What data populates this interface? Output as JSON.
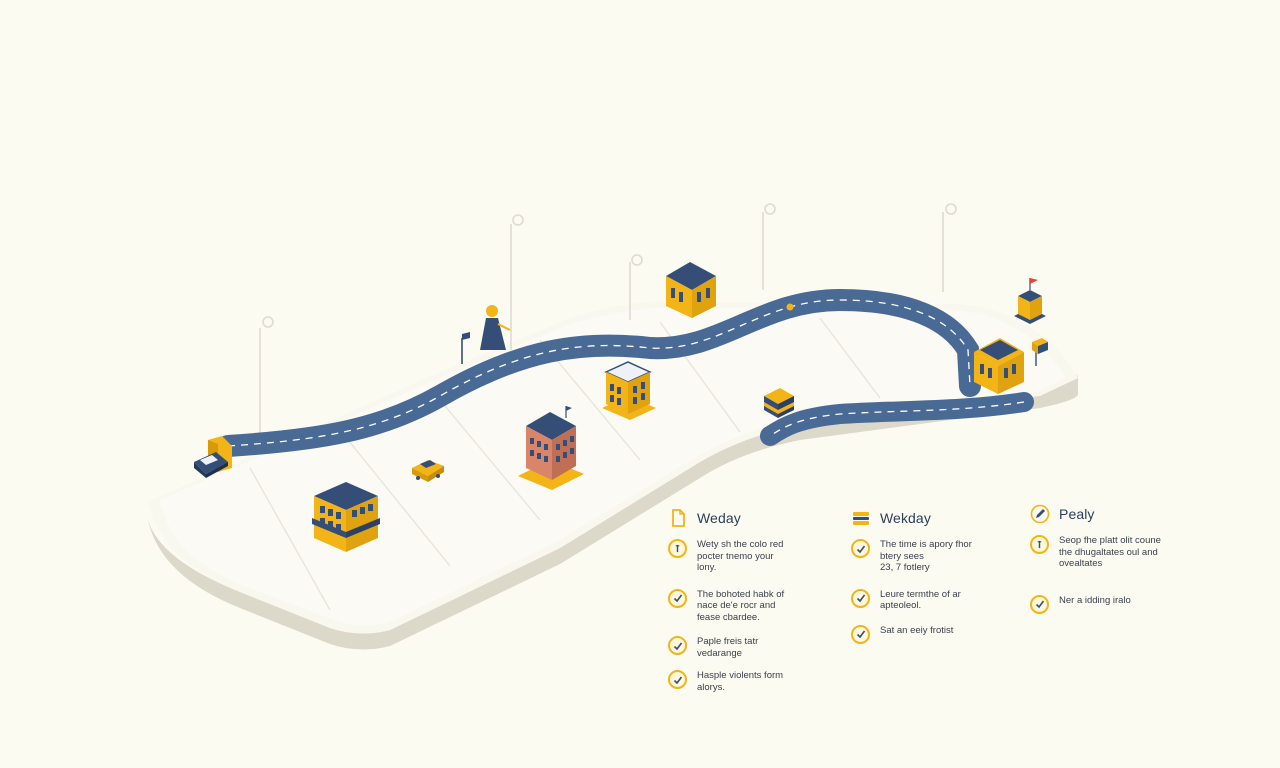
{
  "colors": {
    "background": "#fcfbf2",
    "road": "#4a6a96",
    "accent": "#f2b417",
    "navy": "#344e78",
    "platform_top": "#faf9f1",
    "platform_side": "#ddd9cc",
    "text": "#3a3f4a"
  },
  "columns": [
    {
      "title": "Weday",
      "icon": "document-icon",
      "items": [
        {
          "text": "Wety sh the colo red\npocter tnemo your\nlony."
        },
        {
          "text": "The bohoted habk of\nnace de'e rocr and\nfease cbardee."
        },
        {
          "text": "Paple freis tatr\nvedarange"
        },
        {
          "text": "Hasple violents form\nalorys."
        }
      ]
    },
    {
      "title": "Wekday",
      "icon": "stack-icon",
      "items": [
        {
          "text": "The time is apory fhor\nbtery sees\n23, 7 fotlery"
        },
        {
          "text": "Leure termthe of ar\napteoleol."
        },
        {
          "text": "Sat an eeiy frotist"
        }
      ]
    },
    {
      "title": "Pealy",
      "icon": "pencil-icon",
      "items": [
        {
          "text": "Seop fhe platt olit coune\nthe dhugaltates oul and\novealtates"
        },
        {
          "text": "Ner a idding iralo"
        }
      ]
    }
  ]
}
